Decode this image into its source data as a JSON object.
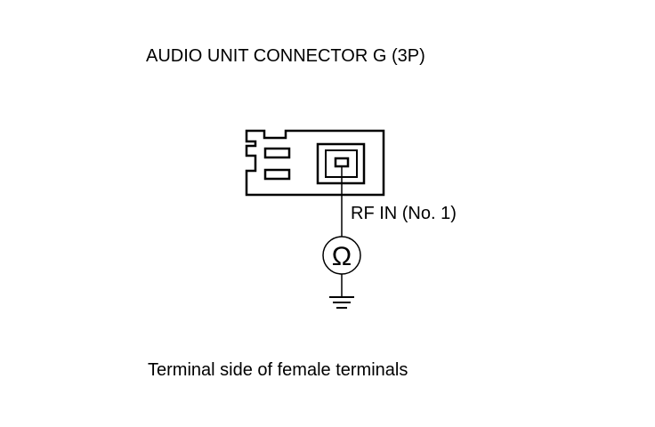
{
  "diagram": {
    "title": "AUDIO UNIT CONNECTOR G (3P)",
    "terminal_label": "RF IN (No. 1)",
    "meter_symbol": "Ω",
    "caption": "Terminal side of female terminals",
    "line_color": "#000000",
    "background_color": "#ffffff"
  }
}
